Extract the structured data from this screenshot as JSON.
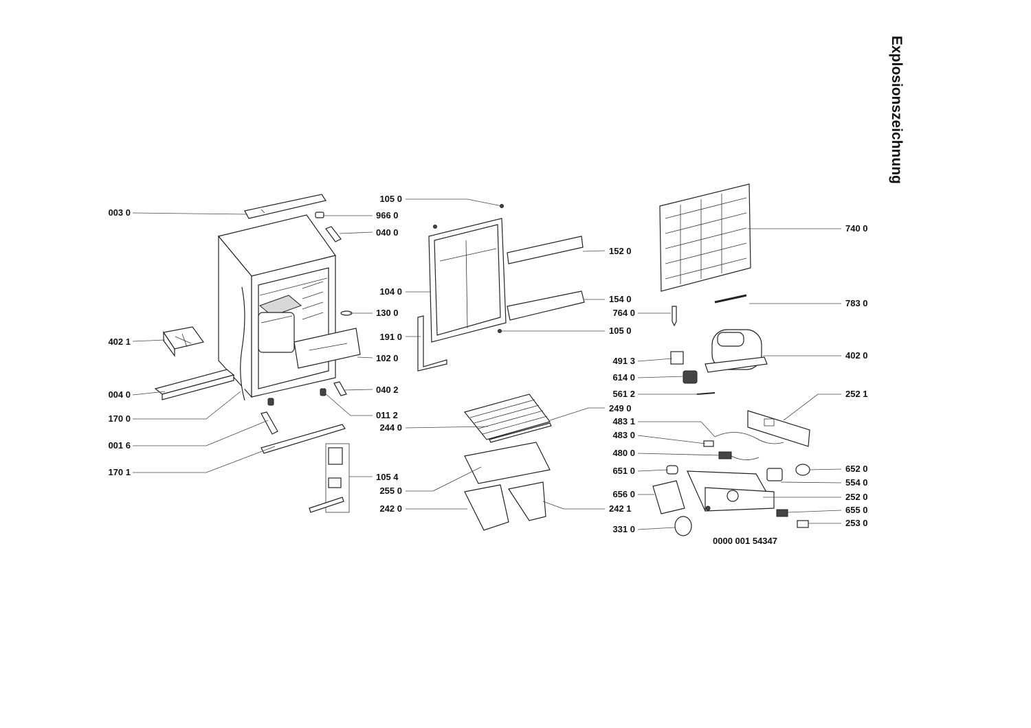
{
  "title": "Explosionszeichnung",
  "document_number": "0000 001 54347",
  "labels": [
    {
      "id": "003-0",
      "text": "003 0",
      "side": "left"
    },
    {
      "id": "402-1",
      "text": "402 1",
      "side": "left"
    },
    {
      "id": "004-0",
      "text": "004 0",
      "side": "left"
    },
    {
      "id": "170-0",
      "text": "170 0",
      "side": "left"
    },
    {
      "id": "001-6",
      "text": "001 6",
      "side": "left"
    },
    {
      "id": "170-1",
      "text": "170 1",
      "side": "left"
    },
    {
      "id": "105-0-a",
      "text": "105 0",
      "side": "left"
    },
    {
      "id": "966-0",
      "text": "966 0",
      "side": "right"
    },
    {
      "id": "040-0",
      "text": "040 0",
      "side": "right"
    },
    {
      "id": "104-0",
      "text": "104 0",
      "side": "left"
    },
    {
      "id": "130-0",
      "text": "130 0",
      "side": "right"
    },
    {
      "id": "191-0",
      "text": "191 0",
      "side": "left"
    },
    {
      "id": "102-0",
      "text": "102 0",
      "side": "right"
    },
    {
      "id": "040-2",
      "text": "040 2",
      "side": "right"
    },
    {
      "id": "011-2",
      "text": "011 2",
      "side": "right"
    },
    {
      "id": "105-4",
      "text": "105 4",
      "side": "right"
    },
    {
      "id": "152-0",
      "text": "152 0",
      "side": "right"
    },
    {
      "id": "154-0",
      "text": "154 0",
      "side": "right"
    },
    {
      "id": "764-0",
      "text": "764 0",
      "side": "left"
    },
    {
      "id": "105-0-b",
      "text": "105 0",
      "side": "right"
    },
    {
      "id": "249-0",
      "text": "249 0",
      "side": "right"
    },
    {
      "id": "244-0",
      "text": "244 0",
      "side": "left"
    },
    {
      "id": "255-0",
      "text": "255 0",
      "side": "left"
    },
    {
      "id": "242-0",
      "text": "242 0",
      "side": "left"
    },
    {
      "id": "242-1",
      "text": "242 1",
      "side": "right"
    },
    {
      "id": "740-0",
      "text": "740 0",
      "side": "right"
    },
    {
      "id": "783-0",
      "text": "783 0",
      "side": "right"
    },
    {
      "id": "402-0",
      "text": "402 0",
      "side": "right"
    },
    {
      "id": "491-3",
      "text": "491 3",
      "side": "left"
    },
    {
      "id": "614-0",
      "text": "614 0",
      "side": "left"
    },
    {
      "id": "561-2",
      "text": "561 2",
      "side": "left"
    },
    {
      "id": "252-1",
      "text": "252 1",
      "side": "right"
    },
    {
      "id": "483-1",
      "text": "483 1",
      "side": "left"
    },
    {
      "id": "483-0",
      "text": "483 0",
      "side": "left"
    },
    {
      "id": "480-0",
      "text": "480 0",
      "side": "left"
    },
    {
      "id": "651-0",
      "text": "651 0",
      "side": "left"
    },
    {
      "id": "652-0",
      "text": "652 0",
      "side": "right"
    },
    {
      "id": "554-0",
      "text": "554 0",
      "side": "right"
    },
    {
      "id": "656-0",
      "text": "656 0",
      "side": "left"
    },
    {
      "id": "252-0",
      "text": "252 0",
      "side": "right"
    },
    {
      "id": "655-0",
      "text": "655 0",
      "side": "right"
    },
    {
      "id": "253-0",
      "text": "253 0",
      "side": "right"
    },
    {
      "id": "331-0",
      "text": "331 0",
      "side": "left"
    }
  ]
}
